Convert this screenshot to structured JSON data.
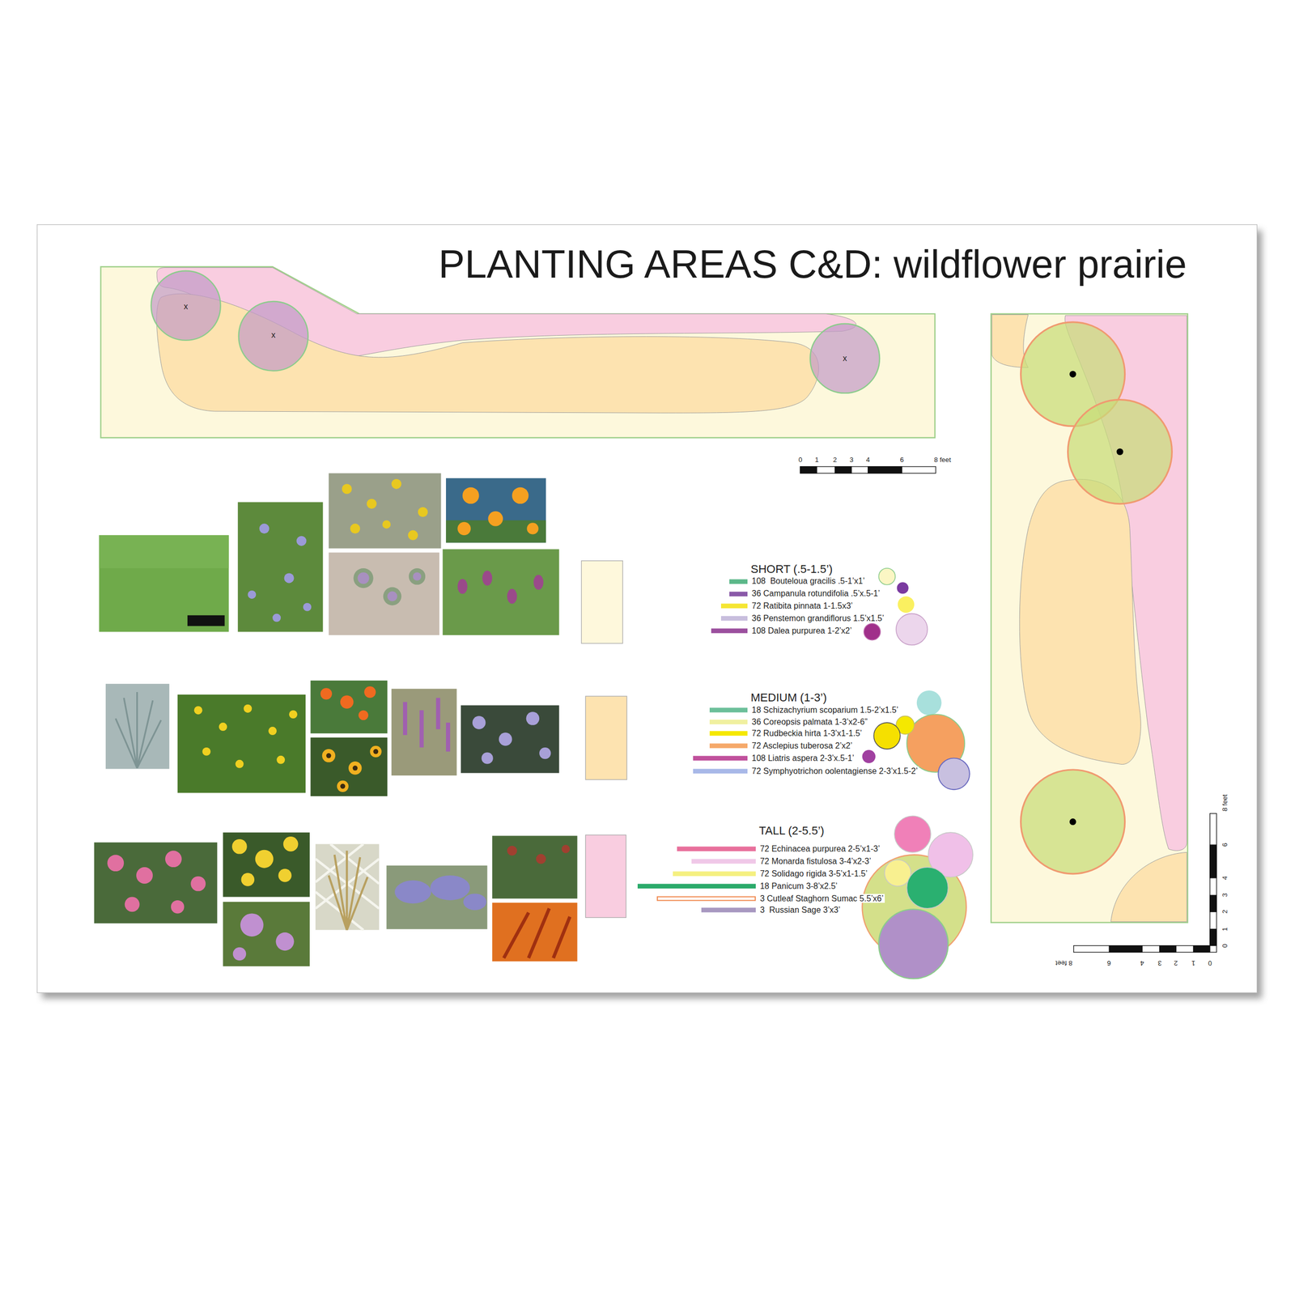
{
  "diagram": {
    "title": "PLANTING AREAS C&D: wildflower prairie",
    "labels": [
      "x",
      "x",
      "x",
      "0",
      "1",
      "2",
      "3",
      "4",
      "6",
      "8 feet",
      "0",
      "1",
      "2",
      "3",
      "4",
      "6",
      "8 feet",
      "0",
      "1",
      "2",
      "3",
      "4",
      "6",
      "8 feet",
      "SHORT (.5-1.5’)",
      "MEDIUM (1-3’)",
      "TALL (2-5.5’)"
    ],
    "legend": [
      {
        "text": "108  Bouteloua gracilis .5-1’x1’",
        "color": "#5cb88a"
      },
      {
        "text": "36 Campanula rotundifolia .5’x.5-1’",
        "color": "#8a5aa8"
      },
      {
        "text": "72 Ratibita pinnata 1-1.5x3’",
        "color": "#f5e632"
      },
      {
        "text": "36 Penstemon grandiflorus 1.5’x1.5’",
        "color": "#c8bedd"
      },
      {
        "text": "108 Dalea purpurea 1-2’x2’",
        "color": "#9b4f9e"
      },
      {
        "text": "18 Schizachyrium scoparium 1.5-2’x1.5’",
        "color": "#6cbf9a"
      },
      {
        "text": "36 Coreopsis palmata 1-3’x2-6”",
        "color": "#f0f0a0"
      },
      {
        "text": "72 Rudbeckia hirta 1-3’x1-1.5’",
        "color": "#f5e800"
      },
      {
        "text": "72 Asclepius tuberosa 2’x2’",
        "color": "#f5a86a"
      },
      {
        "text": "108 Liatris aspera 2-3’x.5-1’",
        "color": "#c0509c"
      },
      {
        "text": "72 Symphyotrichon oolentagiense 2-3’x1.5-2’",
        "color": "#a8b8e8"
      },
      {
        "text": "72 Echinacea purpurea 2-5’x1-3’",
        "color": "#e8709c"
      },
      {
        "text": "72 Monarda fistulosa 3-4’x2-3’",
        "color": "#f0c8e8"
      },
      {
        "text": "72 Solidago rigida 3-5’x1-1.5’",
        "color": "#f5f080"
      },
      {
        "text": "18 Panicum 3-8’x2.5’",
        "color": "#2aaa6a"
      },
      {
        "text": "3 Cutleaf Staghorn Sumac 5.5’x6’"
      },
      {
        "text": "3  Russian Sage 3’x3’",
        "color": "#a898c0"
      }
    ]
  }
}
